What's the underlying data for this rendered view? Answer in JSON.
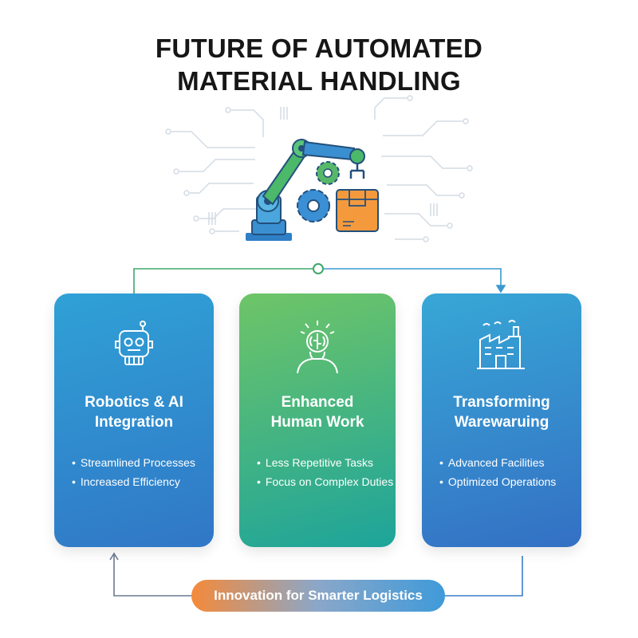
{
  "title": {
    "line1": "FUTURE OF AUTOMATED",
    "line2": "MATERIAL HANDLING"
  },
  "cards": [
    {
      "title_line1": "Robotics & AI",
      "title_line2": "Integration",
      "bullets": [
        "Streamlined Processes",
        "Increased Efficiency"
      ],
      "icon": "robot-head-icon"
    },
    {
      "title_line1": "Enhanced",
      "title_line2": "Human Work",
      "bullets": [
        "Less Repetitive Tasks",
        "Focus on Complex Duties"
      ],
      "icon": "human-brain-icon"
    },
    {
      "title_line1": "Transforming",
      "title_line2": "Warewaruing",
      "bullets": [
        "Advanced Facilities",
        "Optimized Operations"
      ],
      "icon": "factory-icon"
    }
  ],
  "footer": {
    "label": "Innovation for Smarter Logistics"
  },
  "hero": {
    "icon": "robotic-arm-with-box-icon"
  },
  "colors": {
    "blue": "#3177c6",
    "green": "#1da49b",
    "orange": "#f48a3a",
    "title": "#161616"
  }
}
